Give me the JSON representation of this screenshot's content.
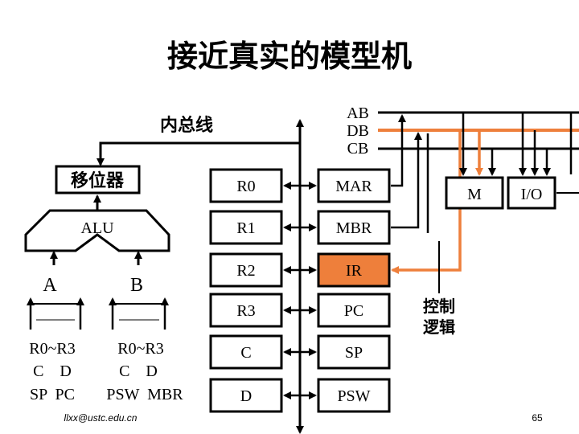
{
  "title": "接近真实的模型机",
  "bus_label": "内总线",
  "ext_bus": {
    "ab": "AB",
    "db": "DB",
    "cb": "CB"
  },
  "shifter": "移位器",
  "alu": "ALU",
  "reg_a": "A",
  "reg_b": "B",
  "src_a": [
    "R0~R3",
    "C    D",
    "SP  PC"
  ],
  "src_b": [
    "R0~R3",
    "C    D",
    "PSW  MBR"
  ],
  "registers_left": [
    "R0",
    "R1",
    "R2",
    "R3",
    "C",
    "D"
  ],
  "registers_right": [
    "MAR",
    "MBR",
    "IR",
    "PC",
    "SP",
    "PSW"
  ],
  "memory": "M",
  "io": "I/O",
  "control": [
    "控制",
    "逻辑"
  ],
  "footer_email": "llxx@ustc.edu.cn",
  "page_number": "65",
  "colors": {
    "accent": "#ee7f3b",
    "line": "#000000",
    "fill_accent": "#ee7f3b"
  }
}
